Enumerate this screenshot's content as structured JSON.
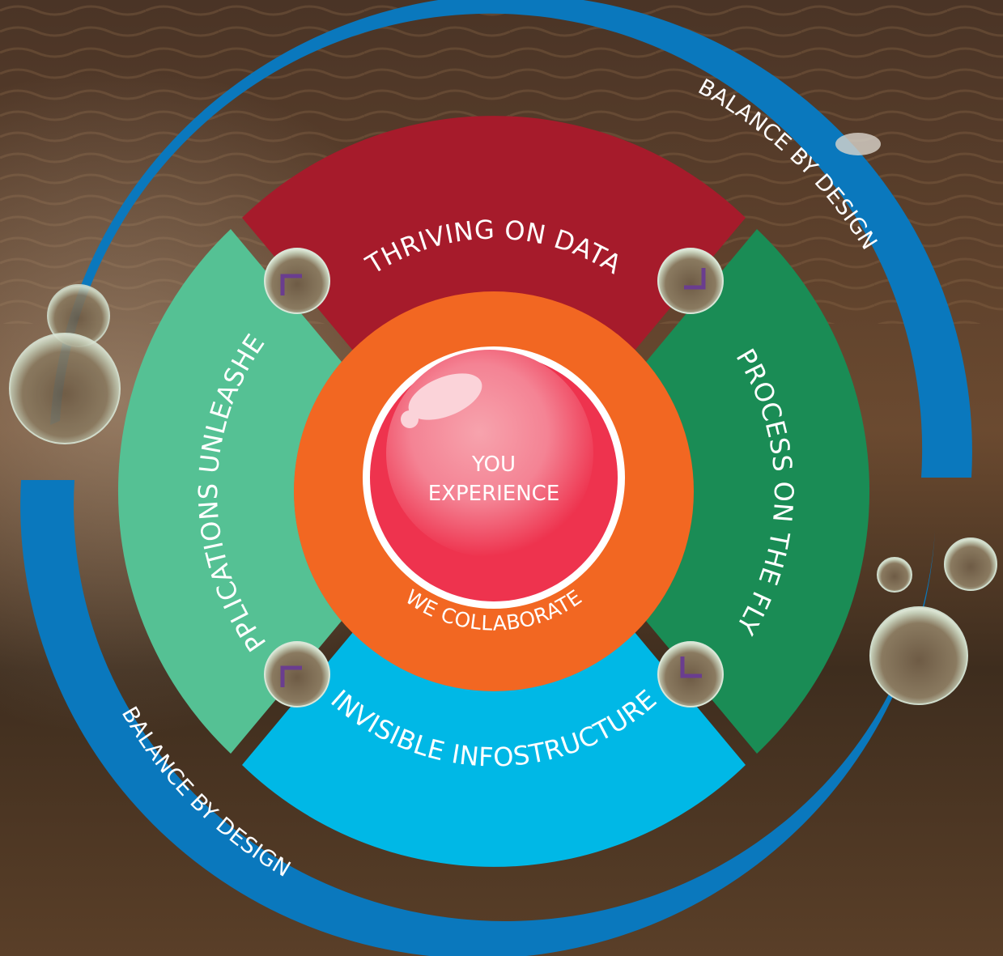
{
  "diagram": {
    "outer_ring": {
      "label_top": "BALANCE BY DESIGN",
      "label_bottom": "BALANCE BY DESIGN",
      "color": "#0a78bd"
    },
    "segments": {
      "top": {
        "label": "THRIVING ON DATA",
        "color": "#a61b2b"
      },
      "right": {
        "label": "PROCESS ON THE FLY",
        "color": "#1a8c55"
      },
      "bottom": {
        "label": "INVISIBLE INFOSTRUCTURE",
        "color": "#00b8e6"
      },
      "left": {
        "label": "APPLICATIONS UNLEASHED",
        "color": "#55c194"
      }
    },
    "inner_ring": {
      "label": "WE COLLABORATE",
      "color": "#f26722"
    },
    "core": {
      "line1": "YOU",
      "line2": "EXPERIENCE",
      "color": "#ee334e"
    },
    "accent": "#6a3d8f"
  }
}
